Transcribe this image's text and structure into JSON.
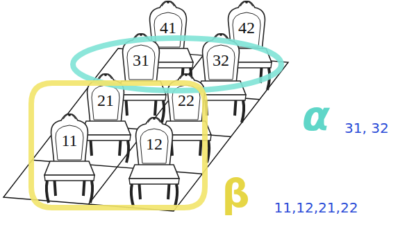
{
  "diagram": {
    "nodes": [
      {
        "text": [
          "41"
        ]
      },
      {
        "text": [
          "42"
        ]
      },
      {
        "text": [
          "31"
        ]
      },
      {
        "text": [
          "32"
        ]
      },
      {
        "text": [
          "21"
        ]
      },
      {
        "text": [
          "22"
        ]
      },
      {
        "text": [
          "11"
        ]
      },
      {
        "text": [
          "12"
        ]
      }
    ],
    "labels": [
      "α",
      "31, 32",
      "β",
      "11,12,21,22"
    ]
  }
}
